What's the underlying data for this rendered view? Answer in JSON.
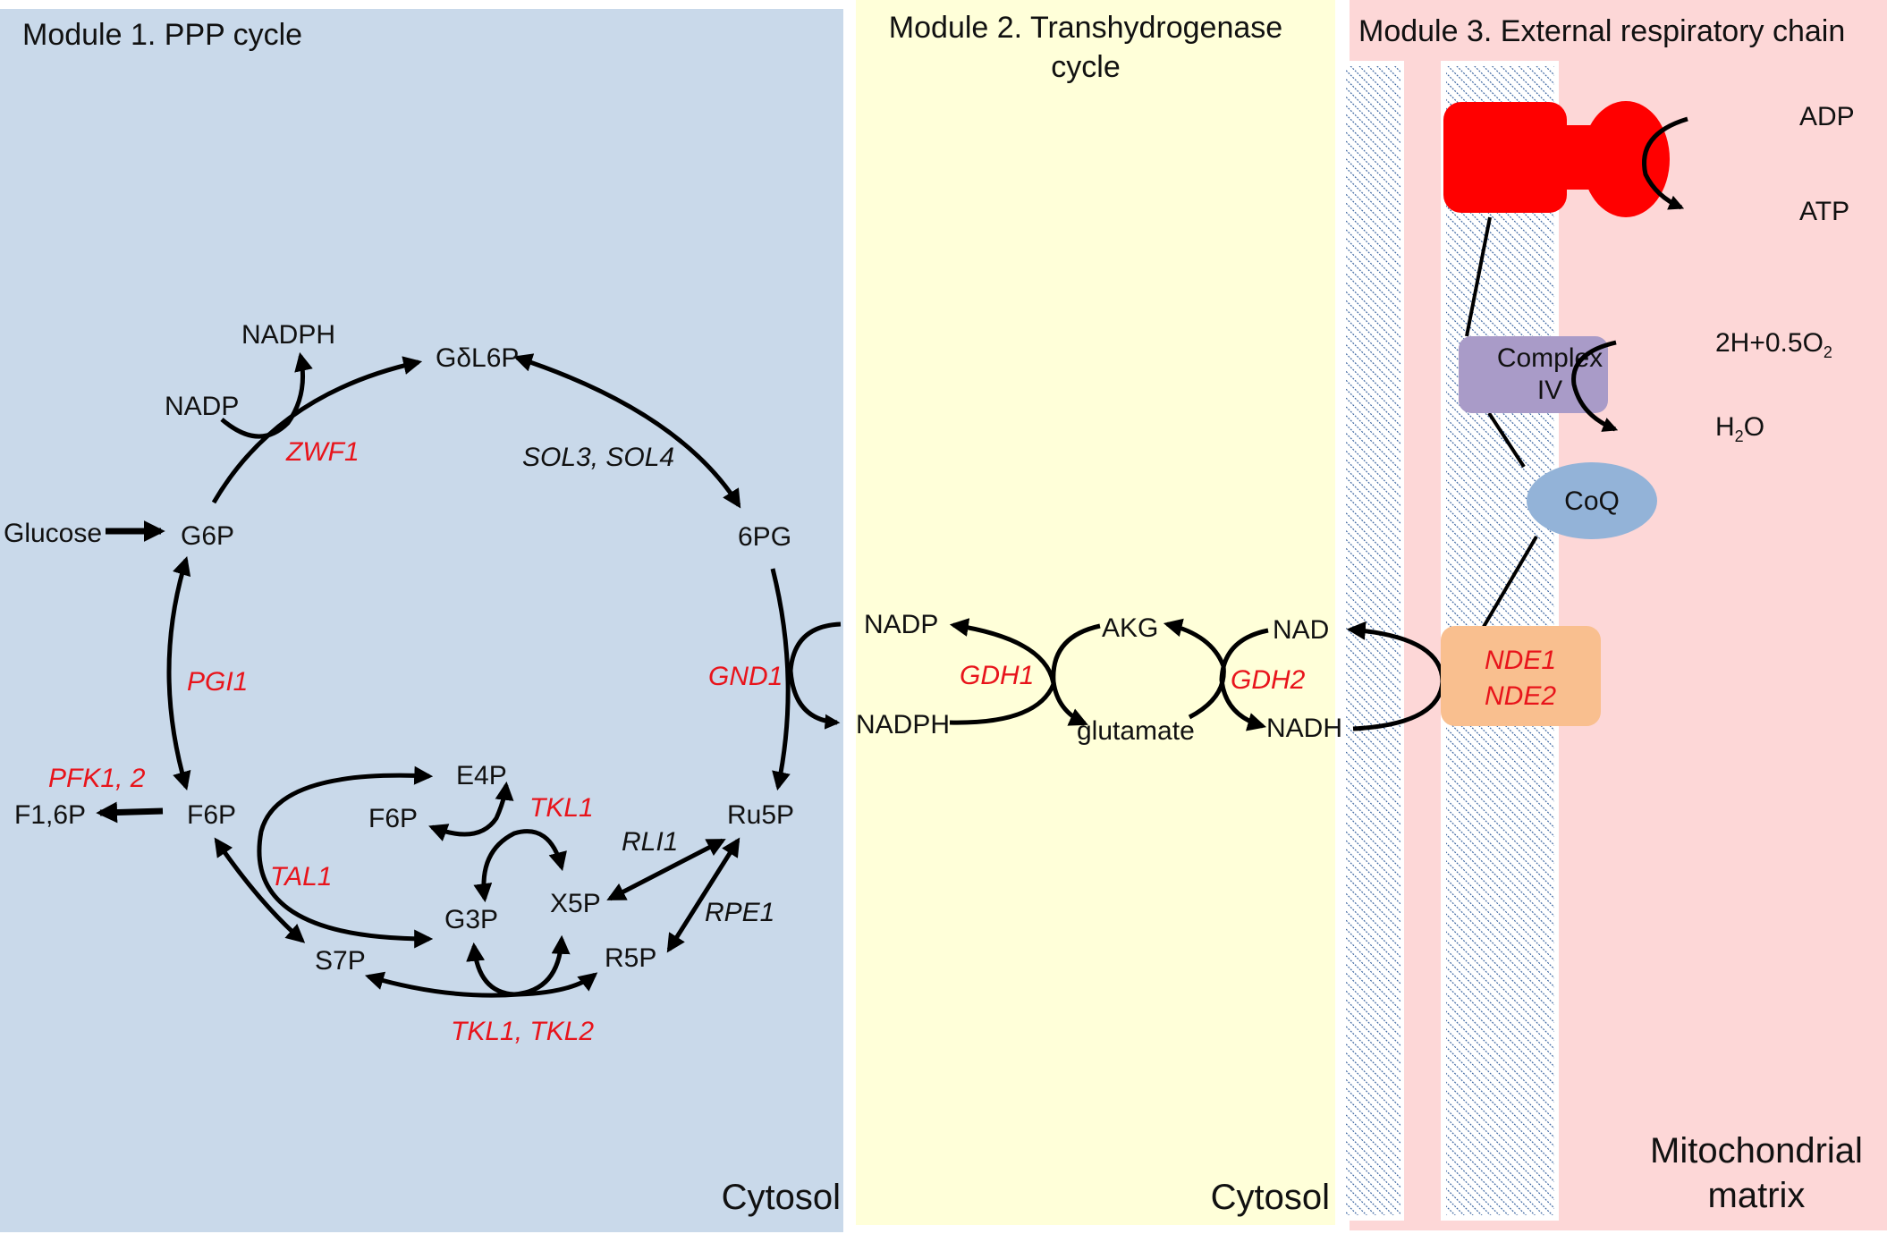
{
  "modules": {
    "module1": {
      "title": "Module 1. PPP cycle",
      "region": "Cytosol",
      "background": "#c9d9ea",
      "metabolites": {
        "glucose": "Glucose",
        "g6p": "G6P",
        "nadp": "NADP",
        "nadph": "NADPH",
        "gdl6p": "GδL6P",
        "pg6": "6PG",
        "f6p": "F6P",
        "f16p": "F1,6P",
        "e4p": "E4P",
        "f6p_inner": "F6P",
        "g3p": "G3P",
        "x5p": "X5P",
        "s7p": "S7P",
        "r5p": "R5P",
        "ru5p": "Ru5P"
      },
      "enzymes": {
        "zwf1": "ZWF1",
        "sol": "SOL3, SOL4",
        "pgi1": "PGI1",
        "gnd1": "GND1",
        "pfk": "PFK1, 2",
        "tkl1": "TKL1",
        "rli1": "RLI1",
        "tal1": "TAL1",
        "rpe1": "RPE1",
        "tkl12": "TKL1, TKL2"
      }
    },
    "module2": {
      "title_line1": "Module 2. Transhydrogenase",
      "title_line2": "cycle",
      "region": "Cytosol",
      "background": "#ffffd9",
      "metabolites": {
        "nadp": "NADP",
        "nadph": "NADPH",
        "akg": "AKG",
        "glutamate": "glutamate",
        "nad": "NAD",
        "nadh": "NADH"
      },
      "enzymes": {
        "gdh1": "GDH1",
        "gdh2": "GDH2"
      }
    },
    "module3": {
      "title": "Module 3. External respiratory chain",
      "region_line1": "Mitochondrial",
      "region_line2": "matrix",
      "background": "#fdd7d7",
      "adp": "ADP",
      "atp": "ATP",
      "oxygen_main": "2H+0.5O",
      "oxygen_sub": "2",
      "water_h": "H",
      "water_sub": "2",
      "water_o": "O",
      "complex_line1": "Complex",
      "complex_line2": "IV",
      "coq": "CoQ",
      "nde1": "NDE1",
      "nde2": "NDE2",
      "colors": {
        "atp_synthase": "#ff0000",
        "complex_iv": "#a99bc8",
        "coq": "#93b3d8",
        "nde": "#f9bf8f",
        "membrane_hatch": "#2d5a9a"
      }
    }
  }
}
